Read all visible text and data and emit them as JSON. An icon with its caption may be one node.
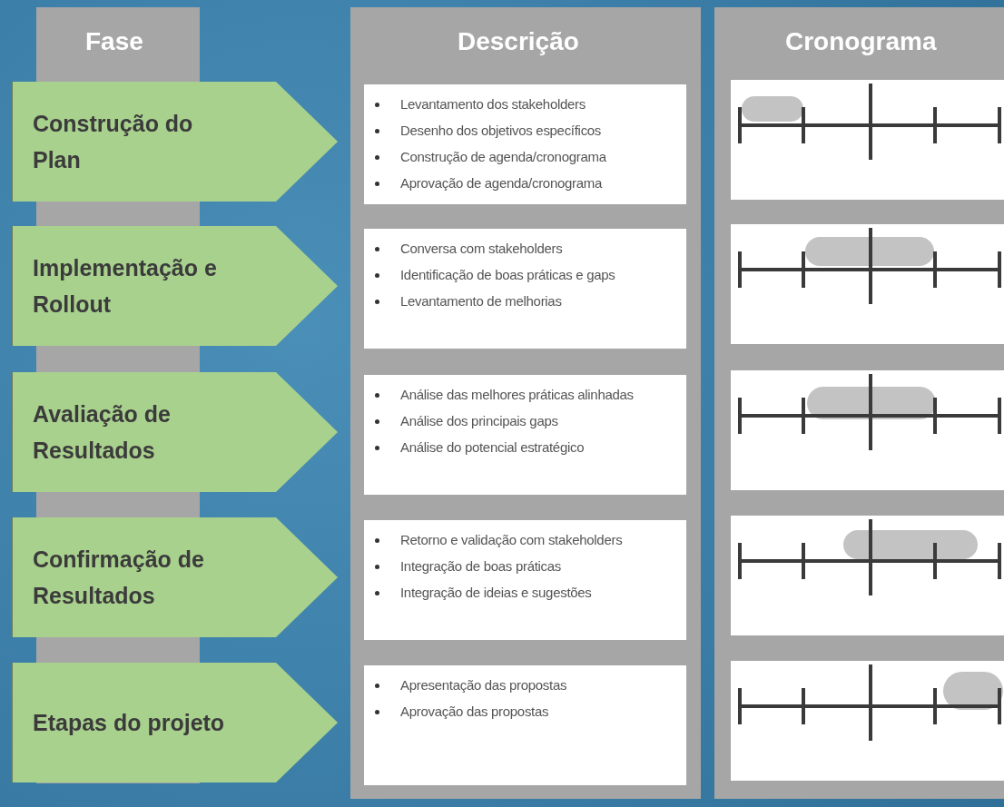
{
  "diagram": {
    "nodes": [
      {
        "text": [
          "Fase"
        ]
      },
      {
        "text": [
          "Descrição"
        ]
      },
      {
        "text": [
          "Cronograma"
        ]
      },
      {
        "text": [
          "Construção do Plan"
        ]
      },
      {
        "text": [
          "Implementação e Rollout"
        ]
      },
      {
        "text": [
          "Avaliação de Resultados"
        ]
      },
      {
        "text": [
          "Confirmação de Resultados"
        ]
      },
      {
        "text": [
          "Etapas do projeto"
        ]
      },
      {
        "text": [
          "Levantamento dos stakeholders",
          "Desenho dos objetivos específicos",
          "Construção de agenda/cronograma",
          "Aprovação de agenda/cronograma"
        ],
        "in": 1
      },
      {
        "text": [
          "Conversa com stakeholders",
          "Identificação de boas práticas e gaps",
          "Levantamento de melhorias"
        ],
        "in": 1
      },
      {
        "text": [
          "Análise das melhores práticas alinhadas",
          "Análise dos principais gaps",
          "Análise do potencial estratégico"
        ],
        "in": 1
      },
      {
        "text": [
          "Retorno e validação com stakeholders",
          "Integração de boas práticas",
          "Integração de ideias e sugestões"
        ],
        "in": 1
      },
      {
        "text": [
          "Apresentação das propostas",
          "Aprovação das propostas"
        ],
        "in": 1
      },
      {
        "text": [],
        "shape": "box",
        "in": 2
      },
      {
        "text": [],
        "shape": "box",
        "in": 2
      },
      {
        "text": [],
        "shape": "box",
        "in": 2
      },
      {
        "text": [],
        "shape": "box",
        "in": 2
      },
      {
        "text": [],
        "shape": "box",
        "in": 2
      }
    ],
    "edges": []
  }
}
